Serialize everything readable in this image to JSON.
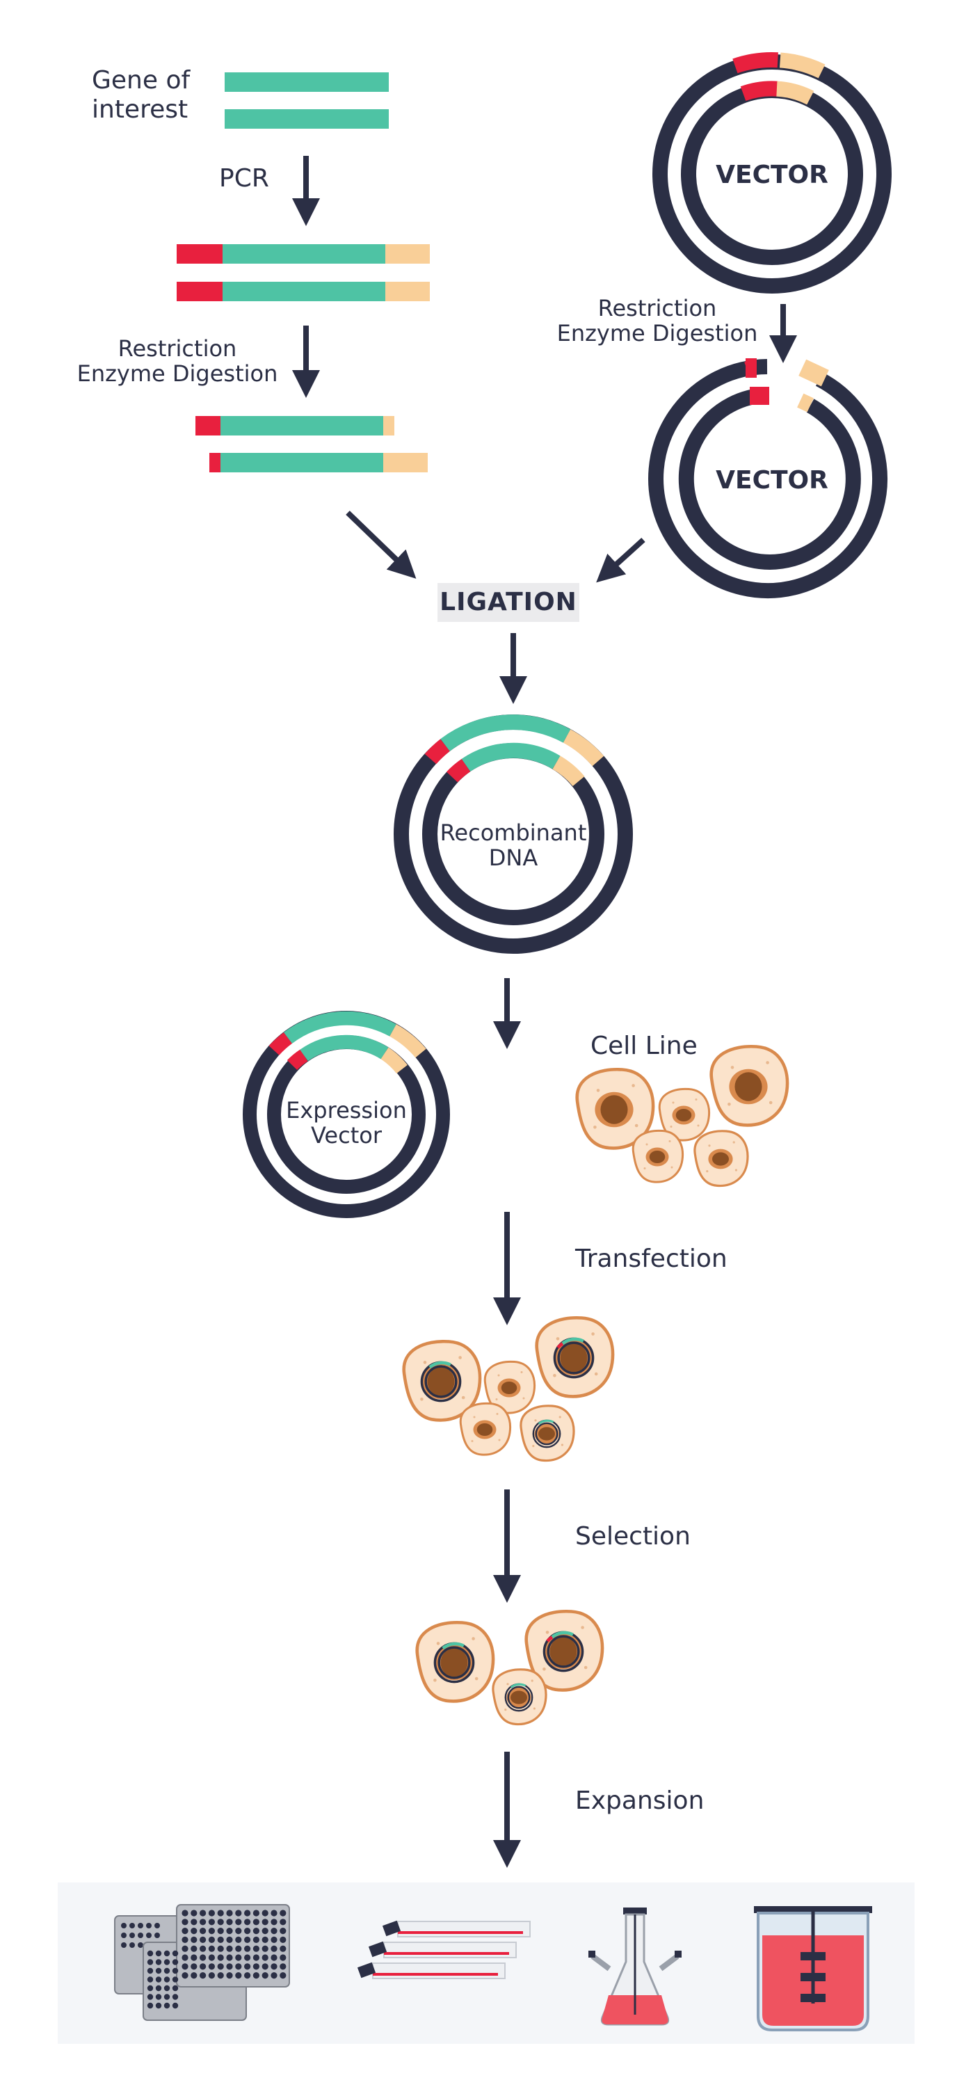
{
  "labels": {
    "gene_of_interest": [
      "Gene of",
      "interest"
    ],
    "pcr": "PCR",
    "restriction_left": [
      "Restriction",
      "Enzyme Digestion"
    ],
    "restriction_right": [
      "Restriction",
      "Enzyme Digestion"
    ],
    "vector_top": "VECTOR",
    "vector_cut": "VECTOR",
    "ligation": "LIGATION",
    "recombinant": [
      "Recombinant",
      "DNA"
    ],
    "expression": [
      "Expression",
      "Vector"
    ],
    "cell_line": "Cell Line",
    "transfection": "Transfection",
    "selection": "Selection",
    "expansion": "Expansion"
  },
  "colors": {
    "dark": "#2b2f45",
    "gene": "#4ec3a4",
    "red_cap": "#e8203e",
    "peach_cap": "#f9cf98",
    "cell_fill": "#fbe3cb",
    "cell_stroke": "#d98a4d",
    "nucleus": "#8a4f23",
    "panel_bg": "#f4f6f9",
    "medium_red": "#ef5360"
  },
  "icons": [
    "well-plate-icon",
    "culture-flask-icon",
    "shake-flask-icon",
    "bioreactor-icon"
  ]
}
